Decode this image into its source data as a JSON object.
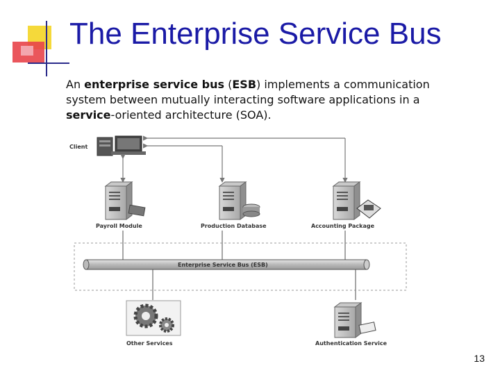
{
  "slide": {
    "title": "The Enterprise Service Bus",
    "body": {
      "p1": "An ",
      "b1": "enterprise service bus",
      "p2": " (",
      "b2": "ESB",
      "p3": ") implements a communication system between mutually interacting software applications in a ",
      "b3": "service",
      "p4": "-oriented architecture (SOA)."
    },
    "page_number": "13"
  },
  "diagram": {
    "client_label": "Client",
    "bus_label": "Enterprise Service Bus (ESB)",
    "nodes": {
      "payroll": "Payroll Module",
      "production_db": "Production Database",
      "accounting": "Accounting Package",
      "other_services": "Other Services",
      "authentication": "Authentication Service"
    }
  },
  "colors": {
    "title": "#1a1aa6",
    "deco_yellow": "#f5d93a",
    "deco_red": "#e8444a",
    "deco_blue": "#4444cc",
    "bus_fill": "#c8c8c8"
  }
}
